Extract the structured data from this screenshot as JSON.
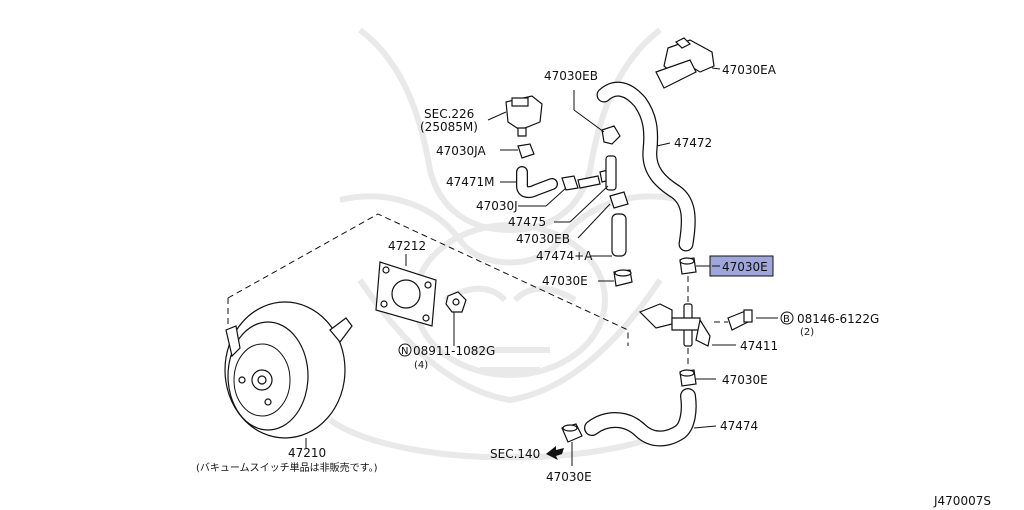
{
  "diagram": {
    "labels": {
      "p47030EA": "47030EA",
      "p47030EB_top": "47030EB",
      "sec226_line1": "SEC.226",
      "sec226_line2": "(25085M)",
      "p47472": "47472",
      "p47030JA": "47030JA",
      "p47471M": "47471M",
      "p47030J": "47030J",
      "p47475": "47475",
      "p47030EB_mid": "47030EB",
      "p47212": "47212",
      "p47474A": "47474+A",
      "p47030E_highlight": "47030E",
      "p47030E_left": "47030E",
      "bolt_08146": "08146-6122G",
      "bolt_08146_qty": "(2)",
      "nut_08911": "08911-1082G",
      "nut_08911_qty": "(4)",
      "p47411": "47411",
      "p47030E_right": "47030E",
      "p47474": "47474",
      "p47210": "47210",
      "p47210_note": "(バキュームスイッチ単品は非販売です。)",
      "sec140": "SEC.140",
      "p47030E_bottom": "47030E",
      "figure_code": "J470007S"
    },
    "symbols": {
      "bolt_marker": "B",
      "nut_marker": "N"
    },
    "colors": {
      "highlight": "#9fa6dc",
      "line": "#111111",
      "watermark": "#e9e9e9"
    }
  }
}
